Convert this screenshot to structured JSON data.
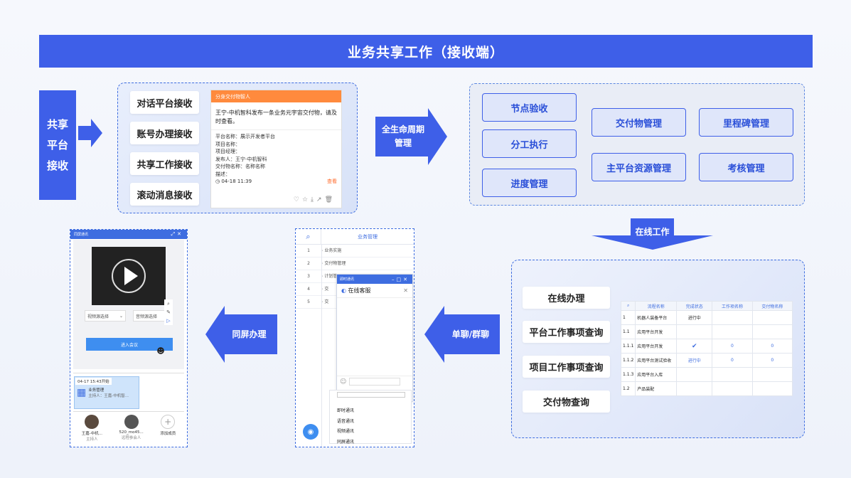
{
  "title": "业务共享工作（接收端）",
  "side_label": [
    "共享",
    "平台",
    "接收"
  ],
  "receive_items": [
    "对话平台接收",
    "账号办理接收",
    "共享工作接收",
    "滚动消息接收"
  ],
  "message_card": {
    "header": "分身交付物智人",
    "body": "王宁-中机智科发布一条业务元宇宙交付物，请及时查看。",
    "fields": [
      "平台名称：展示开发者平台",
      "项目名称：",
      "项目经理：",
      "发布人：王宁-中机智科",
      "交付物名称：名称名称",
      "描述："
    ],
    "time": "04-18 11:39",
    "view": "查看"
  },
  "lifecycle_arrow": [
    "全生命周期",
    "管理"
  ],
  "lifecycle_items": {
    "col1": [
      "节点验收",
      "分工执行",
      "进度管理"
    ],
    "col2": [
      "交付物管理",
      "主平台资源管理"
    ],
    "col3": [
      "里程碑管理",
      "考核管理"
    ]
  },
  "online_work": "在线工作",
  "online_items": [
    "在线办理",
    "平台工作事项查询",
    "项目工作事项查询",
    "交付物查询"
  ],
  "flow_table": {
    "headers": [
      "流程名称",
      "完成状态",
      "工作项名称",
      "交付物名称"
    ],
    "rows": [
      {
        "id": "1",
        "name": "机器人装备平台",
        "status": "进行中",
        "work": "",
        "deliv": ""
      },
      {
        "id": "1.1",
        "name": "应用平台开发",
        "status": "",
        "work": "",
        "deliv": ""
      },
      {
        "id": "1.1.1",
        "name": "应用平台开发",
        "status": "✔",
        "work": "0",
        "deliv": "0"
      },
      {
        "id": "1.1.2",
        "name": "应用平台测试验收",
        "status": "进行中",
        "work": "0",
        "deliv": "0"
      },
      {
        "id": "1.1.3",
        "name": "应用平台入库",
        "status": "",
        "work": "",
        "deliv": ""
      },
      {
        "id": "1.2",
        "name": "产品装配",
        "status": "",
        "work": "",
        "deliv": ""
      }
    ]
  },
  "chat_arrow": "单聊/群聊",
  "biz_panel": {
    "header": "业务管理",
    "rows": [
      {
        "n": "1",
        "t": "业务实施"
      },
      {
        "n": "2",
        "t": "交付物管理"
      },
      {
        "n": "3",
        "t": "计划管理"
      },
      {
        "n": "4",
        "t": "交"
      },
      {
        "n": "5",
        "t": "交"
      }
    ],
    "im_title": "即时通讯",
    "im_service": "在线客服",
    "menu": [
      "即时通讯",
      "语音通讯",
      "视频通讯",
      "同屏通讯"
    ]
  },
  "screen_arrow": "同屏办理",
  "screen_panel": {
    "title": "同屏通讯",
    "video_select": "视频源选择",
    "audio_select": "音频源选择",
    "join": "进入会议",
    "meeting_time": "04-17 15:43开始",
    "meeting_name": "业务管理",
    "meeting_host": "主持人：王嘉-中机智...",
    "members": [
      {
        "name": "王嘉-中机...",
        "role": "主持人"
      },
      {
        "name": "520_mo45...",
        "role": "远程参会人"
      },
      {
        "name": "添加成员",
        "role": ""
      }
    ]
  },
  "colors": {
    "primary": "#3e5fe8",
    "orange": "#ff8a3d"
  }
}
